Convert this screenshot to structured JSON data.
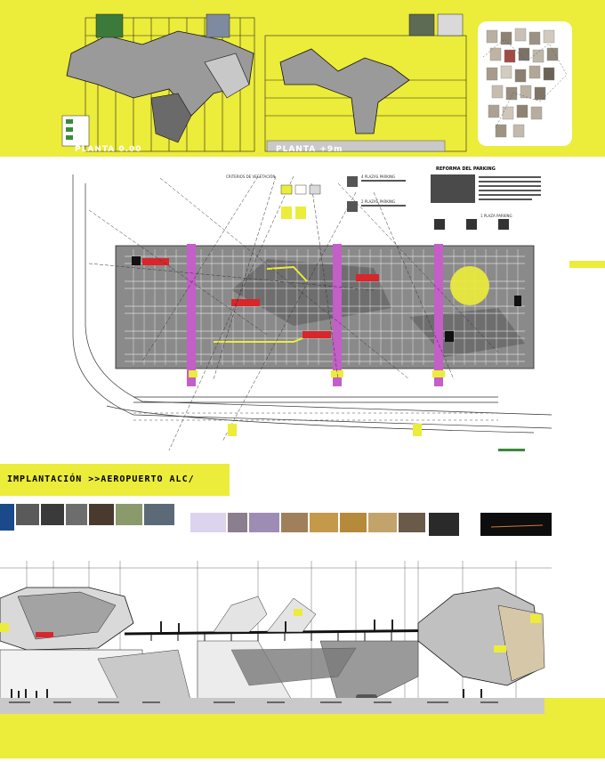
{
  "sheet": {
    "floor_plan_left_label": "PLANTA 0.00",
    "floor_plan_right_label": "PLANTA +9m",
    "section_title": "IMPLANTACIÓN >>AEROPUERTO ALC/",
    "parking_heading": "REFORMA DEL PARKING",
    "legend": {
      "vegetation_heading": "CRITERIOS DE VEGETACIÓN",
      "parking_a": "4 PLAZAS PARKING",
      "parking_b": "2 PLAZAS PARKING",
      "parking_c": "1 PLAZA PARKING"
    }
  },
  "colors": {
    "accent_yellow": "#ecec3a",
    "parking_grey": "#8a8a8a",
    "crossing_magenta": "#c45ec8",
    "highlight_red": "#d8262b"
  }
}
